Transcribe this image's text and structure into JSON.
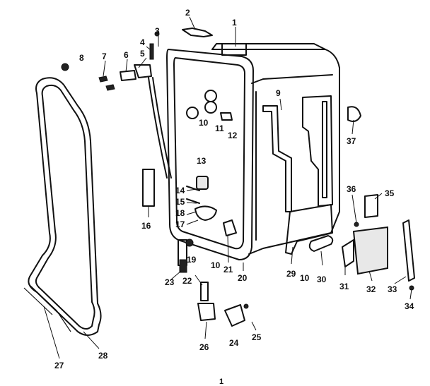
{
  "callouts": [
    "1",
    "2",
    "3",
    "4",
    "5",
    "6",
    "7",
    "8",
    "9",
    "10",
    "11",
    "12",
    "13",
    "14",
    "15",
    "16",
    "17",
    "18",
    "10",
    "19",
    "20",
    "21",
    "10",
    "22",
    "23",
    "24",
    "25",
    "26",
    "27",
    "28",
    "29",
    "30",
    "31",
    "32",
    "33",
    "34",
    "35",
    "36",
    "37",
    "16"
  ],
  "page_marker": "1"
}
